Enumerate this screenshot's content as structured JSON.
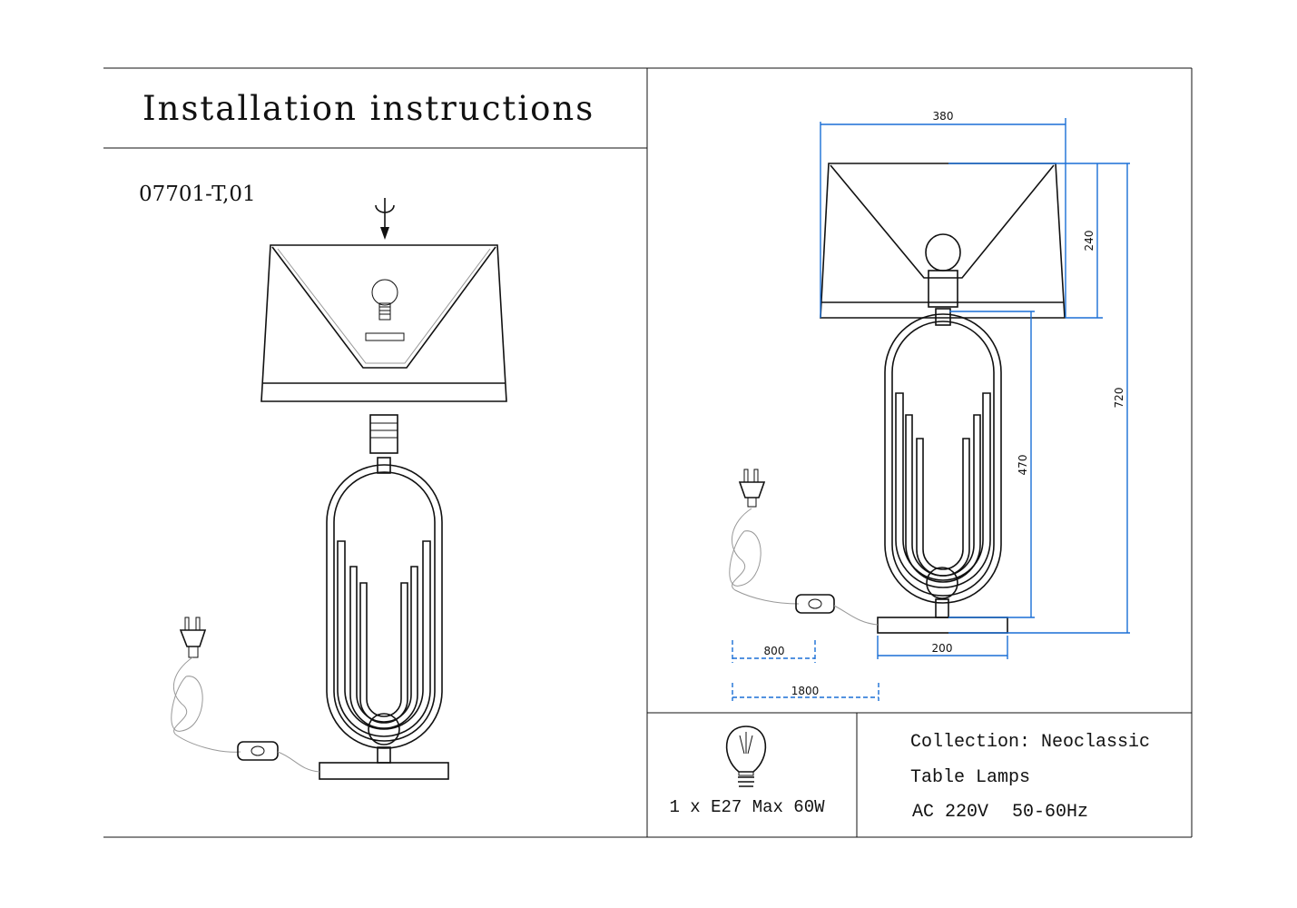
{
  "header": {
    "title": "Installation instructions"
  },
  "model": {
    "code": "07701-T,01"
  },
  "dimensions": {
    "shade_width": "380",
    "shade_height": "240",
    "total_height": "720",
    "base_to_socket_height": "470",
    "base_width": "200",
    "cord_to_switch": "800",
    "cord_length": "1800"
  },
  "bulb": {
    "spec": "1 x E27 Max 60W"
  },
  "info": {
    "collection": "Collection: Neoclassic",
    "type": "Table Lamps",
    "voltage": "AC 220V",
    "frequency": "50-60Hz"
  },
  "colors": {
    "dimension_line": "#1a6fd6",
    "line": "#111111"
  }
}
